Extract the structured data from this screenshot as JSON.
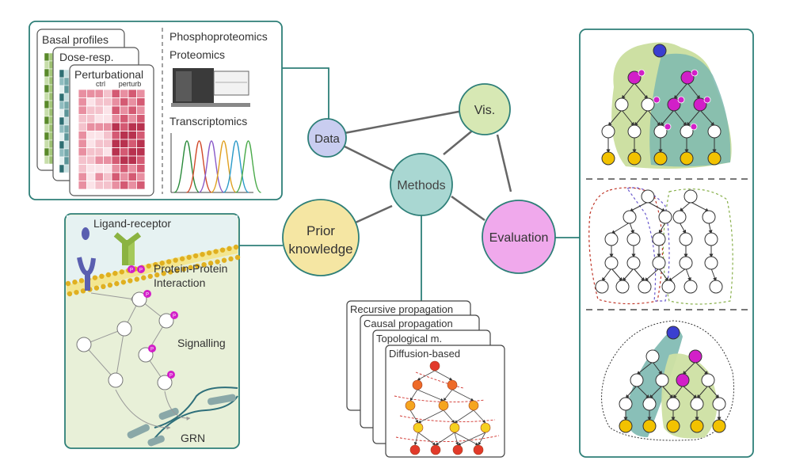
{
  "hub": {
    "center": "Methods",
    "data": "Data",
    "vis": "Vis.",
    "prior": [
      "Prior",
      "knowledge"
    ],
    "evaluation": "Evaluation"
  },
  "data_panel": {
    "stack": [
      "Basal profiles",
      "Dose-resp.",
      "Perturbational"
    ],
    "heatmap_cols": [
      "ctrl",
      "perturb"
    ],
    "omics": [
      "Phosphoproteomics",
      "Proteomics",
      "Transcriptomics"
    ]
  },
  "prior_panel": {
    "ligand": "Ligand-receptor",
    "ppi": [
      "Protein-Protein",
      "Interaction"
    ],
    "signalling": "Signalling",
    "grn": "GRN",
    "phospho_label": "P"
  },
  "methods_panel": {
    "cards": [
      "Recursive propagation",
      "Causal propagation",
      "Topological m.",
      "Diffusion-based"
    ]
  },
  "colors": {
    "teal_border": "#2e7f78",
    "data_node": "#c9cdf0",
    "vis_node": "#d7e8b4",
    "methods_node": "#a9d7d2",
    "prior_node": "#f5e6a3",
    "eval_node": "#f0a9ec",
    "heat": "#c04060",
    "magenta": "#d21fc8",
    "blue": "#3a3fd0",
    "gold": "#f2c200"
  }
}
